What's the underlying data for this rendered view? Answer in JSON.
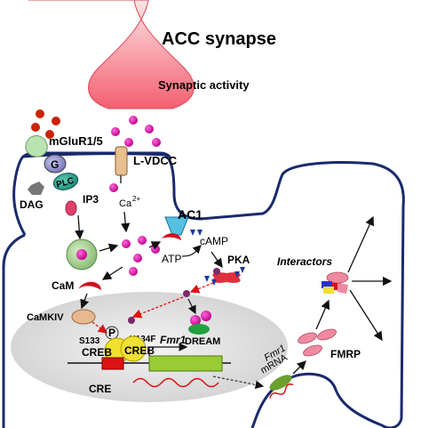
{
  "title": "ACC synapse",
  "labels": {
    "synaptic_activity": "Synaptic activity",
    "mglur": "mGluR1/5",
    "lvdcc": "L-VDCC",
    "g": "G",
    "plc": "PLC",
    "dag": "DAG",
    "ip3": "IP3",
    "ca": "Ca",
    "ca_sup": "2+",
    "ac1": "AC1",
    "camp": "cAMP",
    "atp": "ATP",
    "pka": "PKA",
    "cam": "CaM",
    "camkiv": "CaMKIV",
    "dream": "DREAM",
    "p": "P",
    "s133": "S133",
    "y134f": "Y134F",
    "creb1": "CREB",
    "creb2": "CREB",
    "fmr1_gene": "Fmr1",
    "cre": "CRE",
    "interactors": "Interactors",
    "fmr1_mrna_1": "Fmr1",
    "fmr1_mrna_2": "mRNA",
    "fmrp": "FMRP"
  },
  "colors": {
    "presynaptic": "#f06070",
    "dot": "#cc0099",
    "glutamate": "#cc2200",
    "nucleus": "#dcdcdc",
    "membrane": "#1a2a6c",
    "creb": "#f0e030",
    "gene_box": "#99cc33",
    "cre_box": "#dd1111",
    "fmrp": "#f08aa0"
  }
}
